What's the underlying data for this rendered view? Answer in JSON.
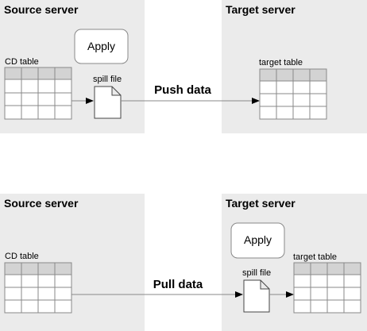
{
  "top": {
    "source_title": "Source server",
    "target_title": "Target server",
    "apply_label": "Apply",
    "cd_table_label": "CD table",
    "spill_file_label": "spill file",
    "arrow_label": "Push data",
    "target_table_label": "target table"
  },
  "bottom": {
    "source_title": "Source server",
    "target_title": "Target server",
    "apply_label": "Apply",
    "cd_table_label": "CD table",
    "spill_file_label": "spill file",
    "arrow_label": "Pull data",
    "target_table_label": "target table"
  },
  "colors": {
    "panel": "#ebebeb",
    "header_row": "#d3d3d3",
    "stroke": "#888888"
  }
}
